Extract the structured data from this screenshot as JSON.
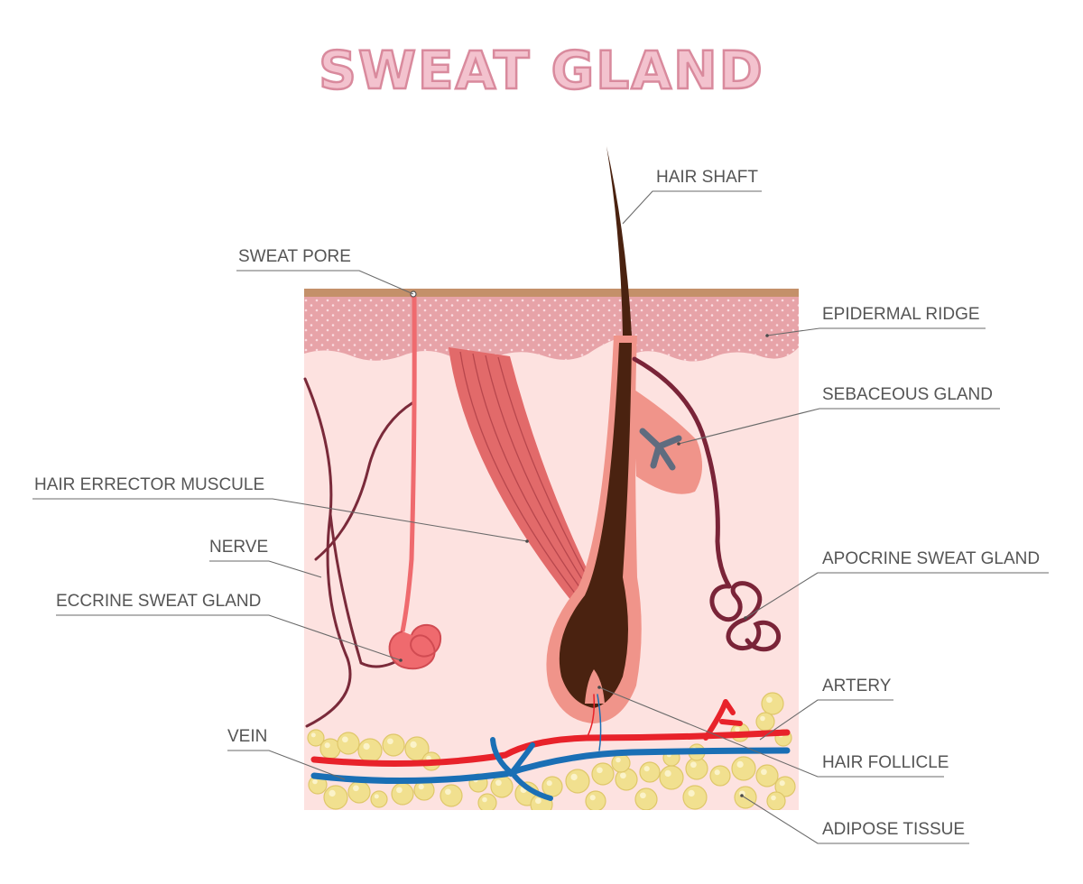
{
  "title": "SWEAT GLAND",
  "labels": {
    "hair_shaft": "HAIR SHAFT",
    "sweat_pore": "SWEAT PORE",
    "epidermal_ridge": "EPIDERMAL RIDGE",
    "sebaceous_gland": "SEBACEOUS GLAND",
    "hair_erector_muscle": "HAIR ERRECTOR MUSCULE",
    "nerve": "NERVE",
    "apocrine_sweat_gland": "APOCRINE SWEAT GLAND",
    "eccrine_sweat_gland": "ECCRINE SWEAT GLAND",
    "artery": "ARTERY",
    "vein": "VEIN",
    "hair_follicle": "HAIR FOLLICLE",
    "adipose_tissue": "ADIPOSE TISSUE"
  },
  "colors": {
    "title_fill": "#f3c2ce",
    "title_stroke": "#d98a9d",
    "epidermis_top": "#c4906a",
    "epidermis": "#e7a3a8",
    "dermis": "#fde2e0",
    "hair": "#4a2210",
    "follicle": "#f0948a",
    "muscle": "#e26a6a",
    "nerve": "#7a2a3a",
    "eccrine": "#ef6a6e",
    "apocrine": "#7a2438",
    "sebaceous_duct": "#5f6c7f",
    "artery": "#e8222a",
    "vein": "#1a6fb5",
    "fat": "#f1e08f"
  }
}
